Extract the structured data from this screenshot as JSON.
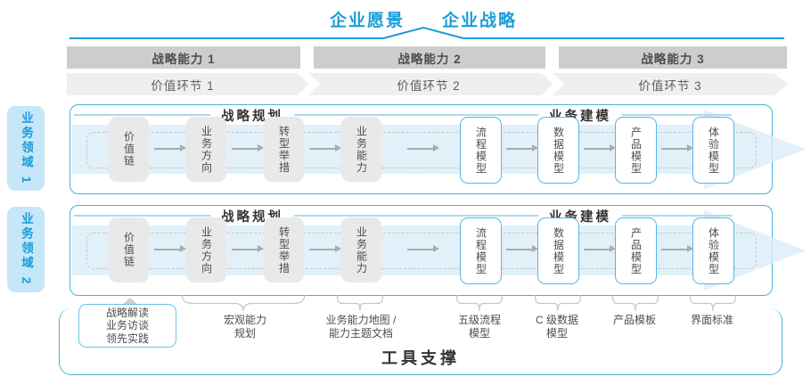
{
  "title": {
    "part1": "企业愿景",
    "part2": "企业战略"
  },
  "capabilities": [
    "战略能力 1",
    "战略能力 2",
    "战略能力 3"
  ],
  "value_links": [
    "价值环节 1",
    "价值环节 2",
    "价值环节 3"
  ],
  "domains": [
    "业务领域 1",
    "业务领域 2"
  ],
  "rows": [
    {
      "sections": [
        {
          "header": "战略规划",
          "boxes": [
            "价值链",
            "业务方向",
            "转型举措",
            "业务能力"
          ]
        },
        {
          "header": "业务建模",
          "boxes": [
            "流程模型",
            "数据模型",
            "产品模型",
            "体验模型"
          ]
        }
      ]
    },
    {
      "sections": [
        {
          "header": "战略规划",
          "boxes": [
            "价值链",
            "业务方向",
            "转型举措",
            "业务能力"
          ]
        },
        {
          "header": "业务建模",
          "boxes": [
            "流程模型",
            "数据模型",
            "产品模型",
            "体验模型"
          ]
        }
      ]
    }
  ],
  "annotations": {
    "source_box": [
      "战略解读",
      "业务访谈",
      "领先实践"
    ],
    "labels": [
      [
        "宏观能力",
        "规划"
      ],
      [
        "业务能力地图 /",
        "能力主题文档"
      ],
      [
        "五级流程",
        "模型"
      ],
      [
        "C 级数据",
        "模型"
      ],
      [
        "产品模板"
      ],
      [
        "界面标准"
      ]
    ]
  },
  "footer": "工具支撑",
  "colors": {
    "accent_blue": "#1b9dd9",
    "container_border": "#49b0de",
    "node_border_blue": "#53b7e8",
    "arrow_fill": "#d9ecf8",
    "tab_bg": "#c5e7f8",
    "band_gray": "#cdcdcd",
    "band_light": "#efefef",
    "node_gray": "#e9e9e9",
    "text_dark": "#4d4d4d",
    "header_text": "#333333",
    "line_gray": "#c6c6c6"
  }
}
